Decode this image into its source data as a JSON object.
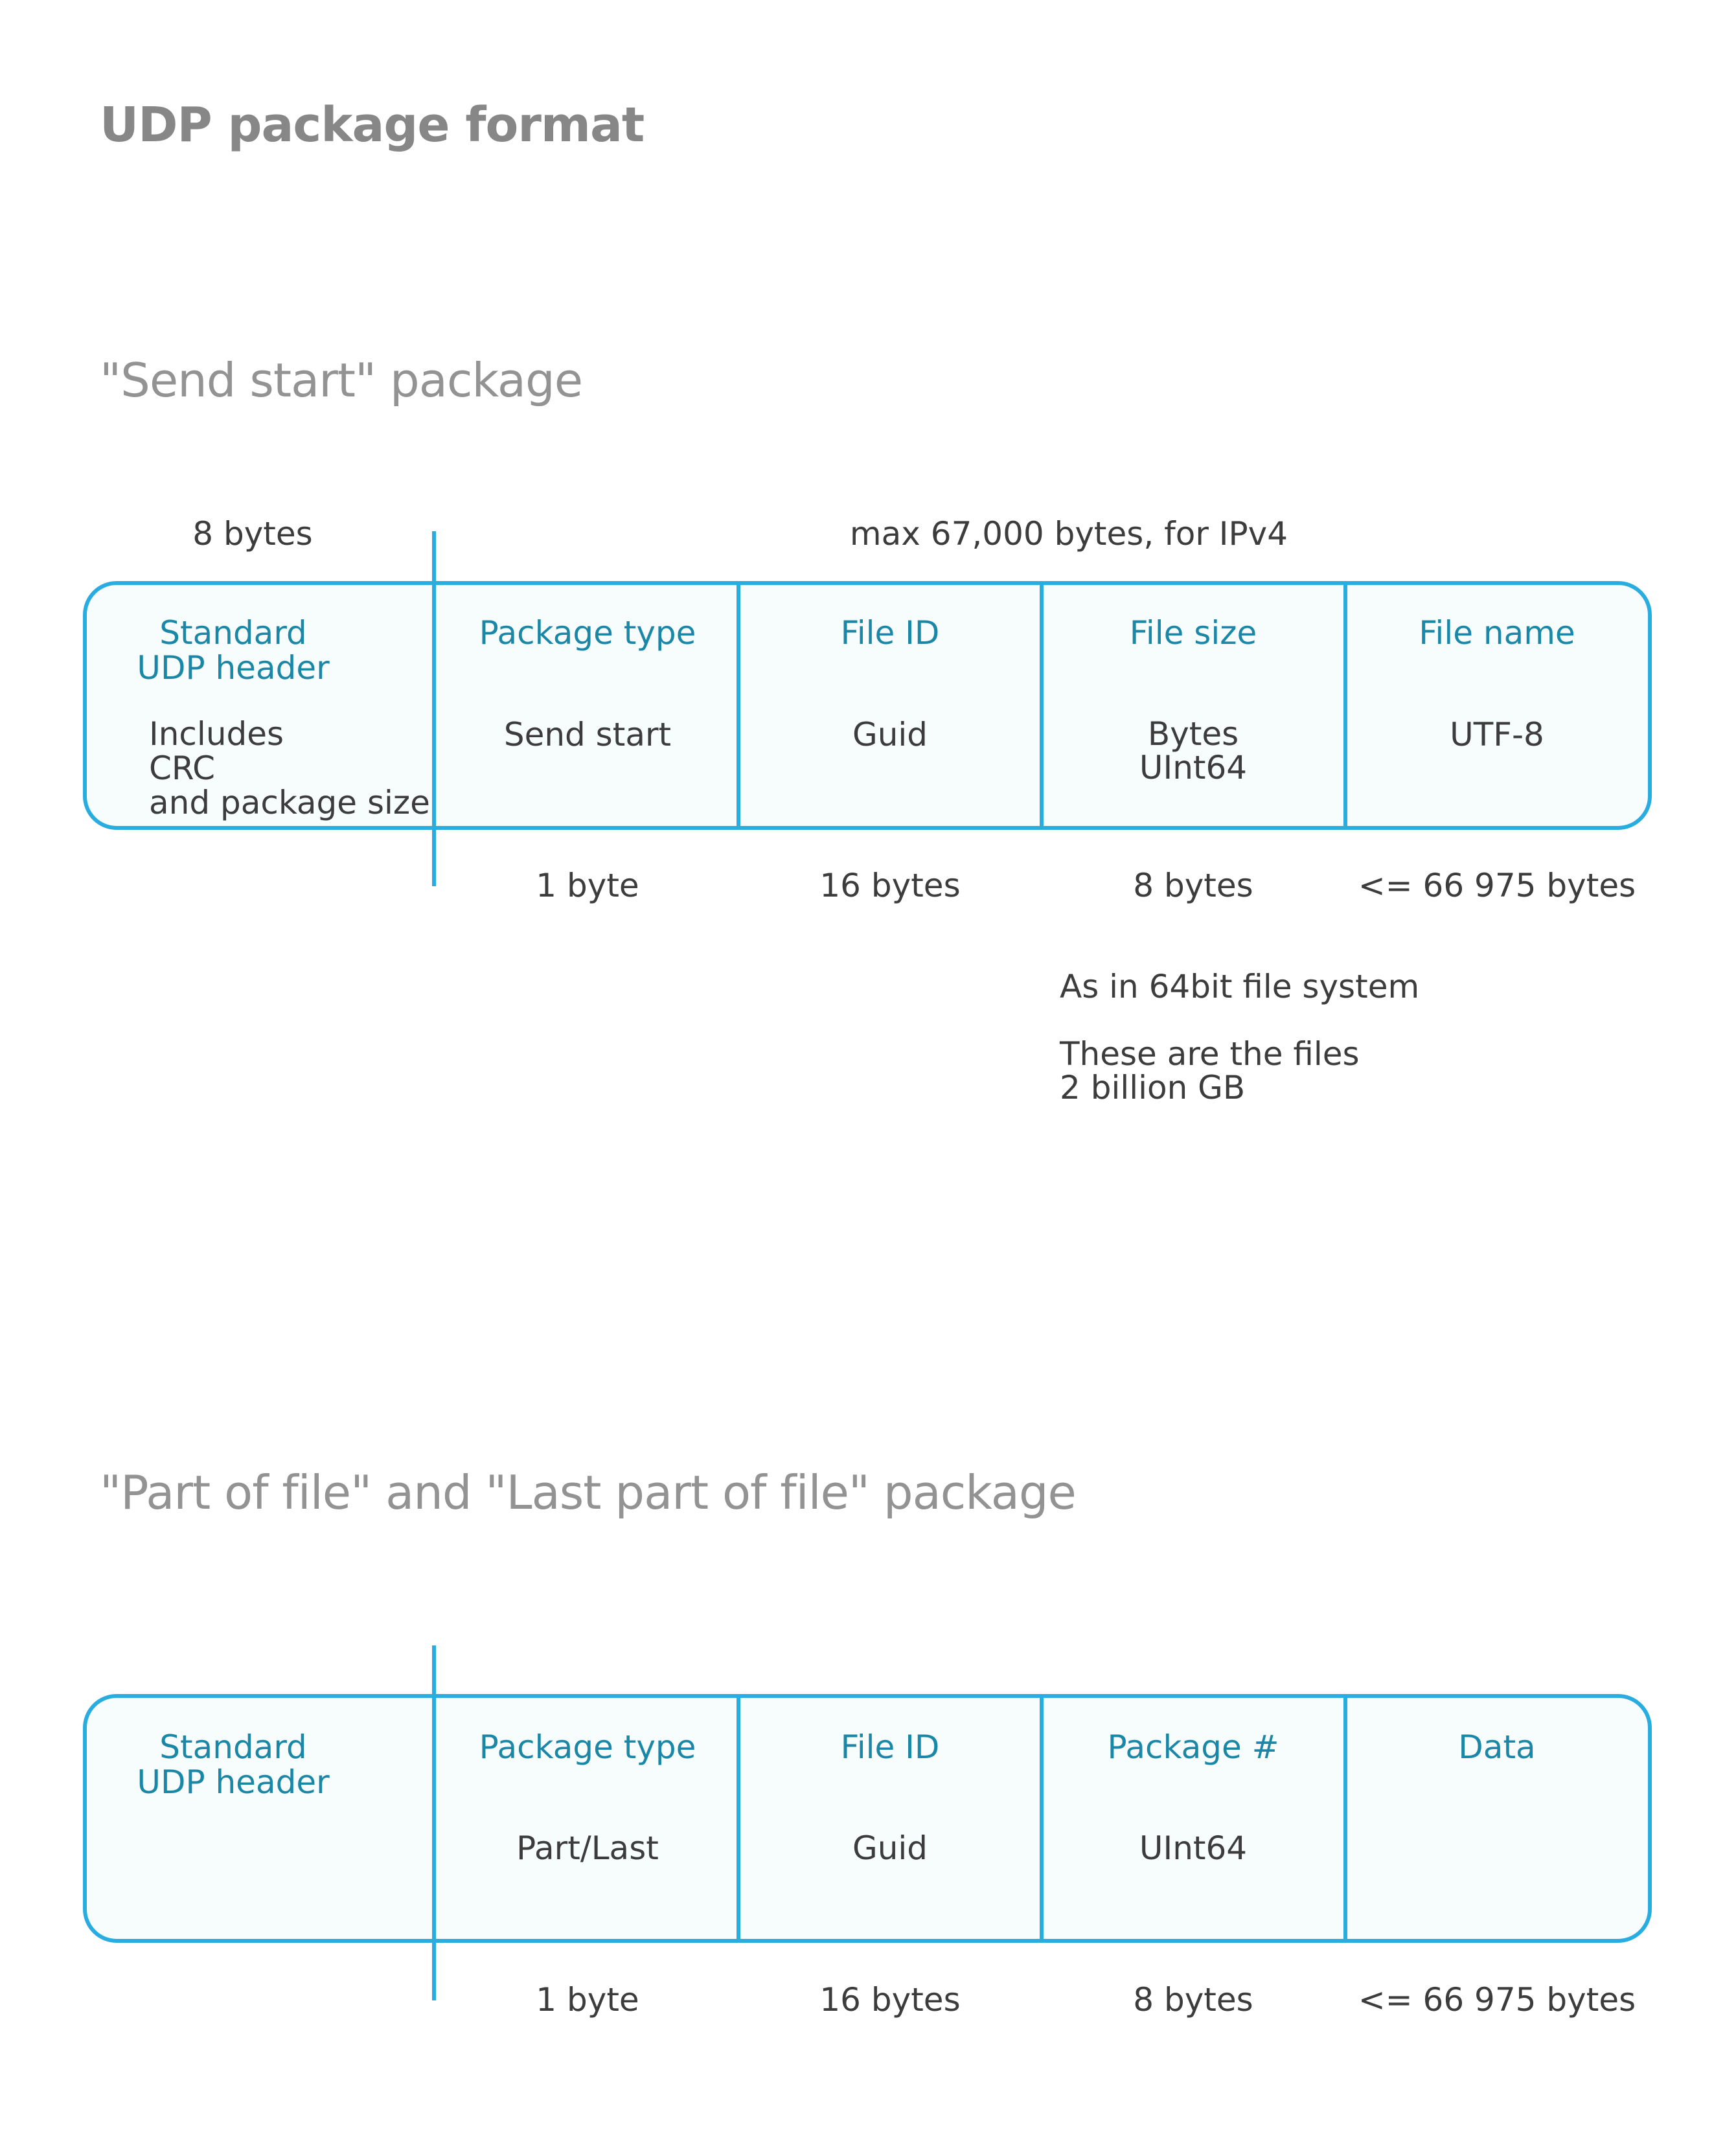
{
  "title": "UDP package format",
  "send_start": {
    "section_title": "\"Send start\" package",
    "top_labels": {
      "header": "8 bytes",
      "payload": "max 67,000 bytes, for IPv4"
    },
    "header_cell": {
      "title_line1": "Standard",
      "title_line2": "UDP header",
      "desc_line1": "Includes",
      "desc_line2": "CRC",
      "desc_line3": "and package size"
    },
    "fields": [
      {
        "name": "Package type",
        "value_line1": "Send start",
        "value_line2": "",
        "size": "1 byte"
      },
      {
        "name": "File ID",
        "value_line1": "Guid",
        "value_line2": "",
        "size": "16 bytes"
      },
      {
        "name": "File size",
        "value_line1": "Bytes",
        "value_line2": "UInt64",
        "size": "8 bytes"
      },
      {
        "name": "File name",
        "value_line1": "UTF-8",
        "value_line2": "",
        "size": "<= 66 975 bytes"
      }
    ],
    "notes": {
      "line1": "As in 64bit file system",
      "line2": "These are the files",
      "line3": "2 billion GB"
    }
  },
  "part_of_file": {
    "section_title": "\"Part of file\" and \"Last part of file\" package",
    "header_cell": {
      "title_line1": "Standard",
      "title_line2": "UDP header"
    },
    "fields": [
      {
        "name": "Package type",
        "value": "Part/Last",
        "size": "1 byte"
      },
      {
        "name": "File ID",
        "value": "Guid",
        "size": "16 bytes"
      },
      {
        "name": "Package #",
        "value": "UInt64",
        "size": "8 bytes"
      },
      {
        "name": "Data",
        "value": "",
        "size": "<= 66 975 bytes"
      }
    ]
  }
}
